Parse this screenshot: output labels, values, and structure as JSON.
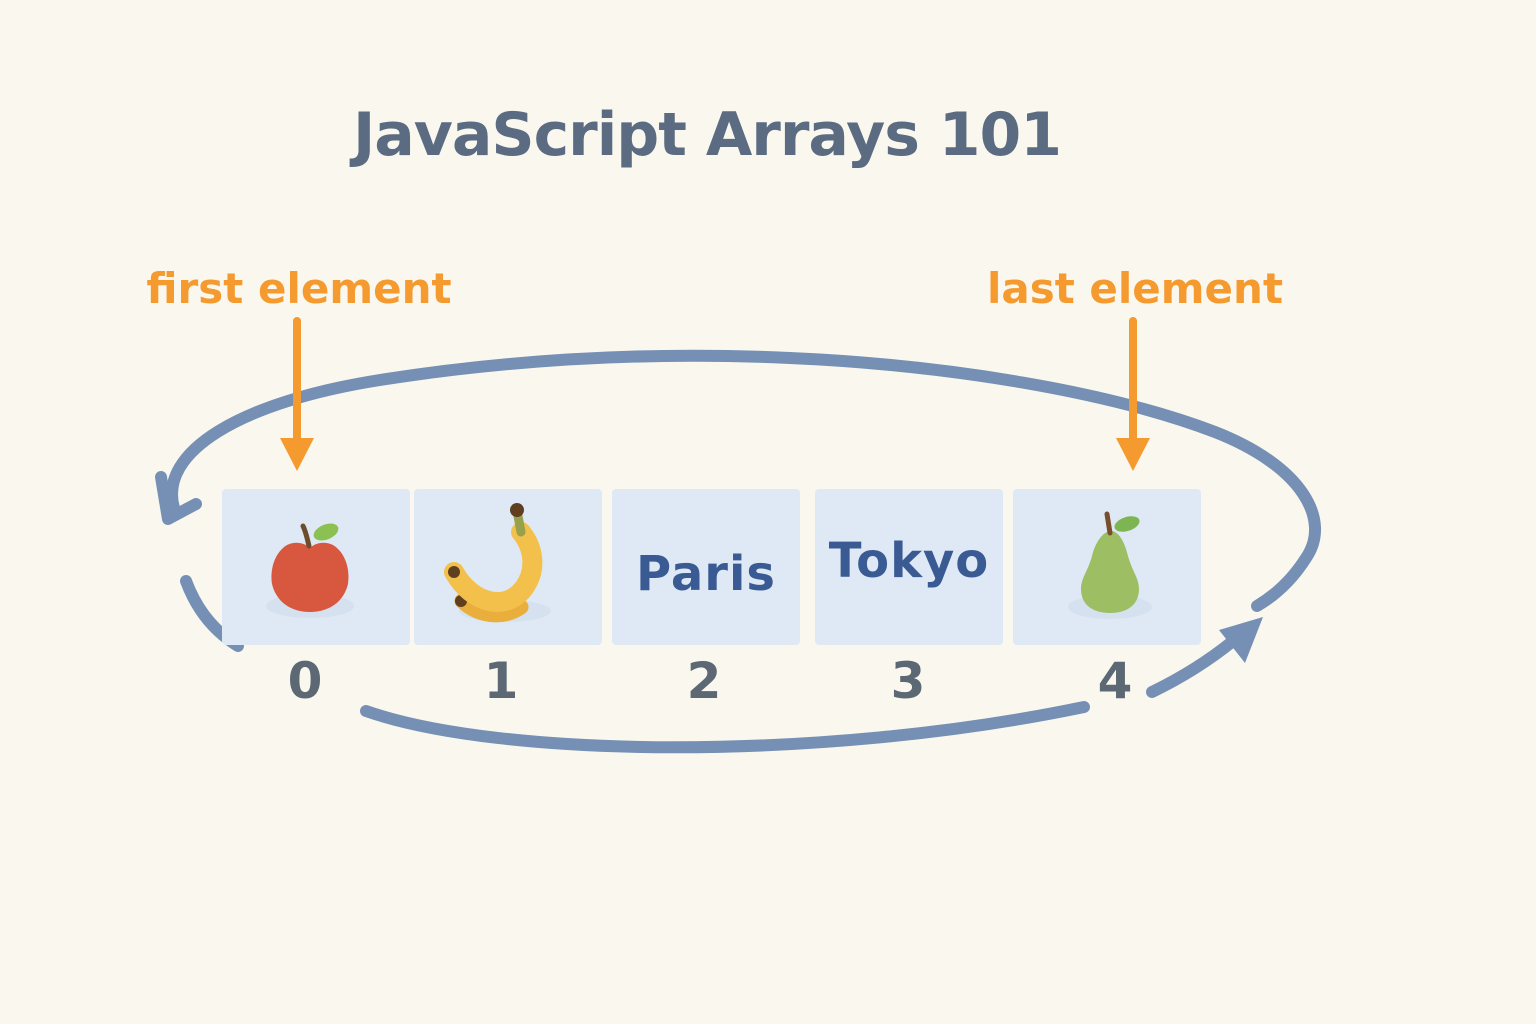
{
  "title": "JavaScript Arrays 101",
  "annotations": {
    "first_element": "first element",
    "last_element": "last element"
  },
  "array": {
    "cells": [
      {
        "index": "0",
        "kind": "illustration",
        "value": "apple"
      },
      {
        "index": "1",
        "kind": "illustration",
        "value": "banana"
      },
      {
        "index": "2",
        "kind": "text",
        "value": "Paris"
      },
      {
        "index": "3",
        "kind": "text",
        "value": "Tokyo"
      },
      {
        "index": "4",
        "kind": "illustration",
        "value": "pear"
      }
    ]
  },
  "icons": {
    "apple": "apple-icon",
    "banana": "banana-icon",
    "pear": "pear-icon",
    "loop": "loop-arrow",
    "iteration": "iteration-arrow",
    "pointer": "down-arrow-icon"
  },
  "colors": {
    "background": "#faf7ee",
    "cell_background": "#dfe9f5",
    "arrow_blue": "#7590b4",
    "accent_orange": "#f49a2e",
    "title_text": "#5a6b82",
    "city_text": "#3a5a93",
    "index_text": "#5c6873"
  }
}
